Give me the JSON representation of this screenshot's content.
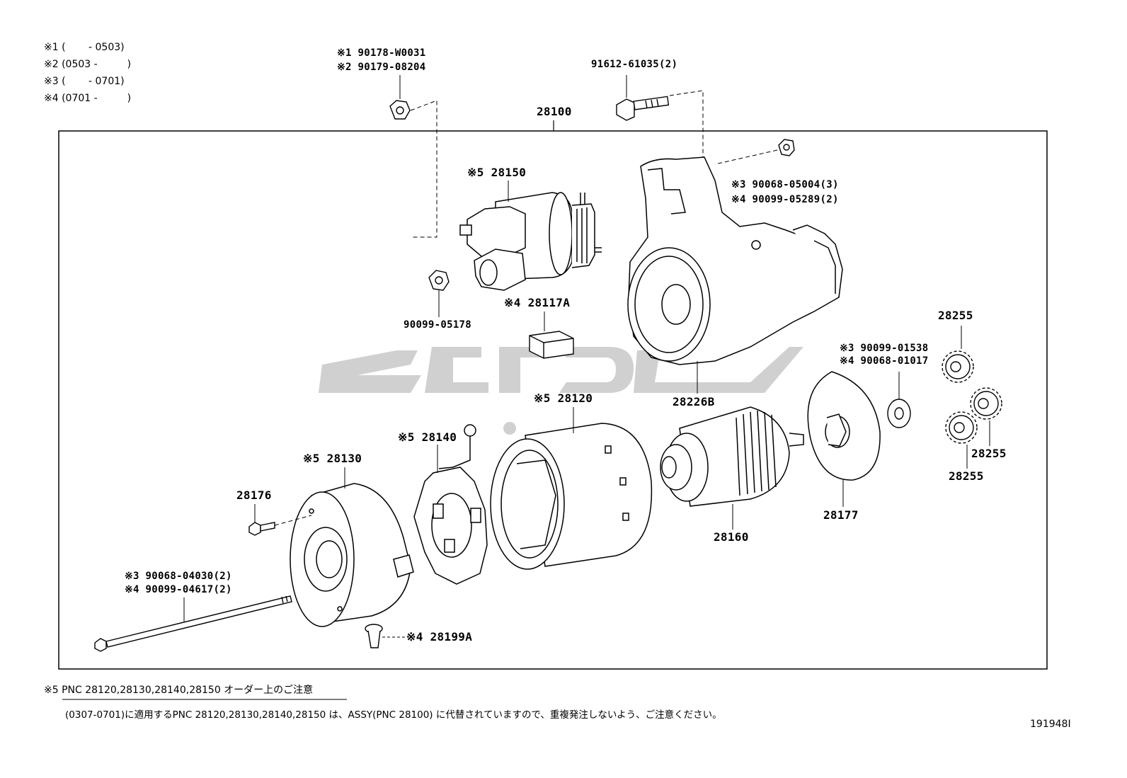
{
  "legend": [
    "※1 (　　 - 0503)",
    "※2 (0503 -　　　)",
    "※3 (　　 - 0701)",
    "※4 (0701 -　　　)"
  ],
  "labels": {
    "nut_top": [
      "※1 90178-W0031",
      "※2 90179-08204"
    ],
    "bolt_top": "91612-61035(2)",
    "assy": "28100",
    "solenoid": "※5 28150",
    "housing_nut": [
      "※3 90068-05004(3)",
      "※4 90099-05289(2)"
    ],
    "nut_small": "90099-05178",
    "rubber": "※4 28117A",
    "housing": "28226B",
    "gear_top": "28255",
    "washer": [
      "※3 90099-01538",
      "※4 90068-01017"
    ],
    "gear_right": "28255",
    "gear_bottom": "28255",
    "yoke": "※5 28120",
    "brush_holder": "※5 28140",
    "end_frame": "※5 28130",
    "screw": "28176",
    "through_bolt": [
      "※3 90068-04030(2)",
      "※4 90099-04617(2)"
    ],
    "grommet": "※4 28199A",
    "armature": "28160",
    "plate": "28177"
  },
  "note": {
    "title": "※5 PNC 28120,28130,28140,28150 オーダー上のご注意",
    "body": "(0307-0701)に適用するPNC 28120,28130,28140,28150 は、ASSY(PNC 28100) に代替されていますので、重複発注しないよう、ご注意ください。"
  },
  "figure_id": "191948I",
  "colors": {
    "line": "#000000",
    "watermark": "#c8c8c8"
  }
}
